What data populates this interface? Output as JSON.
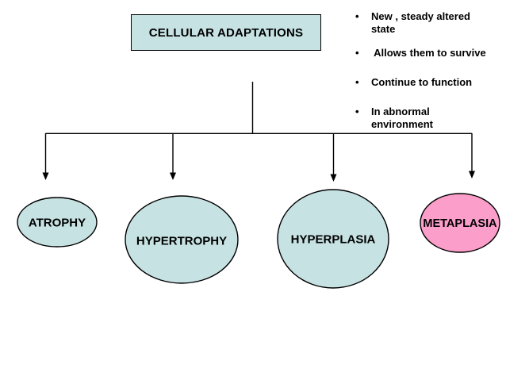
{
  "slide": {
    "title_box": {
      "label": "CELLULAR ADAPTATIONS"
    },
    "bullets": {
      "marker": "•",
      "items": [
        {
          "lines": [
            "New , steady altered",
            "state"
          ]
        },
        {
          "lines": [
            " Allows them to survive"
          ]
        },
        {
          "lines": [
            "Continue to function"
          ]
        },
        {
          "lines": [
            "In abnormal",
            "environment"
          ]
        }
      ]
    },
    "nodes": [
      {
        "id": "atrophy",
        "label": "ATROPHY"
      },
      {
        "id": "hypertrophy",
        "label": "HYPERTROPHY"
      },
      {
        "id": "hyperplasia",
        "label": "HYPERPLASIA"
      },
      {
        "id": "metaplasia",
        "label": "METAPLASIA"
      }
    ],
    "colors": {
      "node_fill": "#C7E2E3",
      "metaplasia_fill": "#FB9FCA",
      "outline": "#000000",
      "background": "#FFFFFF"
    }
  }
}
